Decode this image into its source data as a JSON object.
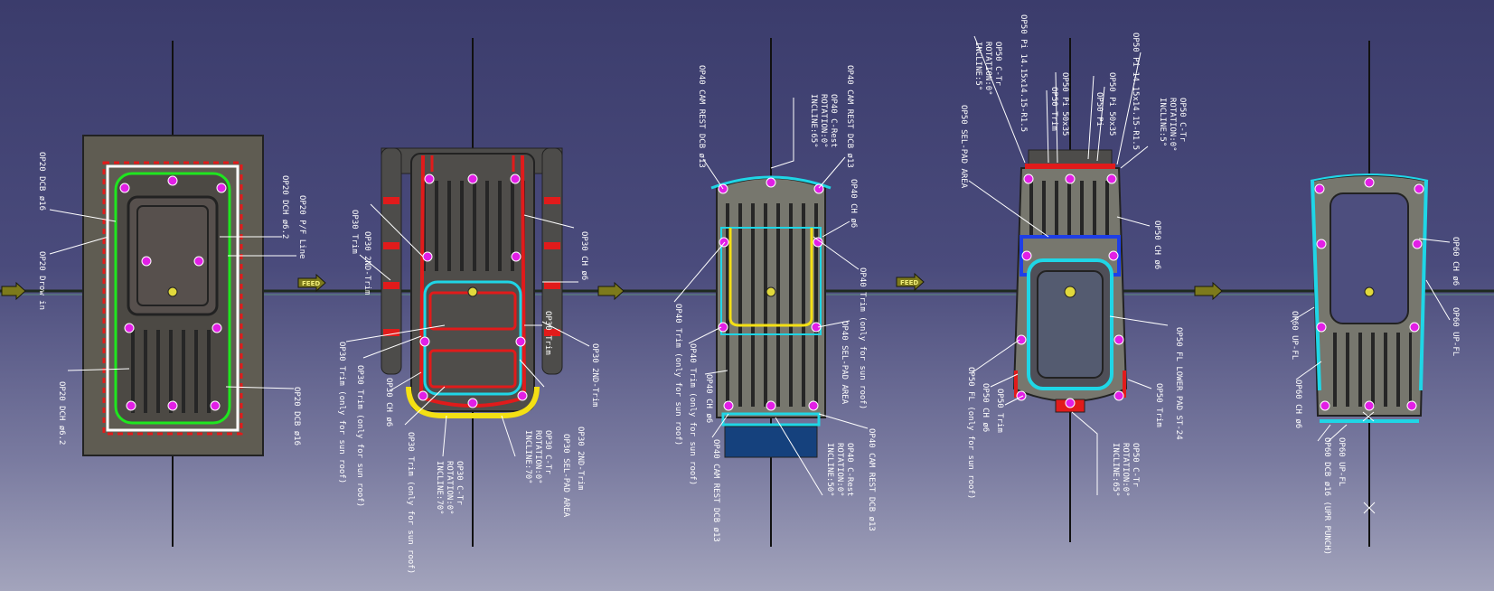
{
  "feed_label": "FEED",
  "colors": {
    "background_top": "#3b3c6c",
    "background_bottom": "#a3a4bc",
    "panel_dark": "#5f5c52",
    "panel_olive": "#77775f",
    "rib": "#2c2c2c",
    "red_trim": "#e11b1b",
    "green_line": "#1fe61f",
    "cyan_line": "#1fd6e6",
    "yellow_line": "#f4e014",
    "blue_line": "#1f3fe6",
    "magenta_pin": "#e21fe6",
    "navy_block": "#15417d"
  },
  "stations": [
    {
      "name": "OP20",
      "labels": [
        {
          "id": "op20-dcb-16-top",
          "text": "OP20 DCB ø16"
        },
        {
          "id": "op20-drawin",
          "text": "OP20 Drow in"
        },
        {
          "id": "op20-pf-line",
          "text": "OP20 P/F Line"
        },
        {
          "id": "op20-dch-top",
          "text": "OP20 DCH ø6.2"
        },
        {
          "id": "op20-dch-bottom",
          "text": "OP20 DCH ø6.2"
        },
        {
          "id": "op20-dcb-16-bottom",
          "text": "OP20 DCB ø16"
        }
      ]
    },
    {
      "name": "OP30",
      "labels": [
        {
          "id": "op30-trim-top",
          "text": "OP30 Trim"
        },
        {
          "id": "op30-2nd-trim-top",
          "text": "OP30 2ND-Trim"
        },
        {
          "id": "op30-ch-top",
          "text": "OP30 CH ø6"
        },
        {
          "id": "op30-trim-mid",
          "text": "OP30 Trim"
        },
        {
          "id": "op30-2nd-trim-right",
          "text": "OP30 2ND-Trim"
        },
        {
          "id": "op30-trim-sunroof-1",
          "text": "OP30 Trim (only for sun roof)"
        },
        {
          "id": "op30-trim-sunroof-2",
          "text": "OP30 Trim (only for sun roof)"
        },
        {
          "id": "op30-ch-bottom",
          "text": "OP30 CH ø6"
        },
        {
          "id": "op30-trim-sunroof-3",
          "text": "OP30 Trim (only for sun roof)"
        },
        {
          "id": "op30-ctr-l1",
          "text": "OP30 C-Tr"
        },
        {
          "id": "op30-ctr-l2",
          "text": "ROTATION:0°"
        },
        {
          "id": "op30-ctr-l3",
          "text": "INCLINE:70°"
        },
        {
          "id": "op30-ctr2-l1",
          "text": "OP30 C-Tr"
        },
        {
          "id": "op30-ctr2-l2",
          "text": "ROTATION:0°"
        },
        {
          "id": "op30-ctr2-l3",
          "text": "INCLINE:70°"
        },
        {
          "id": "op30-sel-pad",
          "text": "OP30 SEL-PAD AREA"
        },
        {
          "id": "op30-2nd-trim-bottom",
          "text": "OP30 2ND-Trim"
        }
      ]
    },
    {
      "name": "OP40",
      "labels": [
        {
          "id": "op40-cam-rest-top-left",
          "text": "OP40 CAM REST DCB ø13"
        },
        {
          "id": "op40-cam-rest-top-right",
          "text": "OP40 CAM REST DCB ø13"
        },
        {
          "id": "op40-crest-l1",
          "text": "OP40 C-Rest"
        },
        {
          "id": "op40-crest-l2",
          "text": "ROTATION:0°"
        },
        {
          "id": "op40-crest-l3",
          "text": "INCLINE:65°"
        },
        {
          "id": "op40-ch-top",
          "text": "OP40 CH ø6"
        },
        {
          "id": "op40-trim-sunroof-r",
          "text": "OP40 Trim (only for sun roof)"
        },
        {
          "id": "op40-sel-pad",
          "text": "OP40 SEL-PAD AREA"
        },
        {
          "id": "op40-trim-sunroof-l1",
          "text": "OP40 Trim (only for sun roof)"
        },
        {
          "id": "op40-trim-sunroof-l2",
          "text": "OP40 Trim (only for sun roof)"
        },
        {
          "id": "op40-ch-bottom",
          "text": "OP40 CH ø6"
        },
        {
          "id": "op40-cam-rest-bottom-left",
          "text": "OP40 CAM REST DCB ø13"
        },
        {
          "id": "op40-crest2-l1",
          "text": "OP40 C-Rest"
        },
        {
          "id": "op40-crest2-l2",
          "text": "ROTATION:0°"
        },
        {
          "id": "op40-crest2-l3",
          "text": "INCLINE:50°"
        },
        {
          "id": "op40-cam-rest-bottom-right",
          "text": "OP40 CAM REST DCB ø13"
        }
      ]
    },
    {
      "name": "OP50",
      "labels": [
        {
          "id": "op50-pi-1",
          "text": "OP50 Pi 14.15x14.15-R1.5"
        },
        {
          "id": "op50-ctr-l1",
          "text": "OP50 C-Tr"
        },
        {
          "id": "op50-ctr-l2",
          "text": "ROTATION:0°"
        },
        {
          "id": "op50-ctr-l3",
          "text": "INCLINE:5°"
        },
        {
          "id": "op50-sel-pad",
          "text": "OP50 SEL-PAD AREA"
        },
        {
          "id": "op50-pi-50",
          "text": "OP50 Pi 50x35"
        },
        {
          "id": "op50-trim-top",
          "text": "OP50 Trim"
        },
        {
          "id": "op50-pi-50b",
          "text": "OP50 Pi 50x35"
        },
        {
          "id": "op50-pi",
          "text": "OP50 Pi"
        },
        {
          "id": "op50-pi-2",
          "text": "OP50 Pi 14.15x14.15-R1.5"
        },
        {
          "id": "op50-ctr2-l1",
          "text": "OP50 C-Tr"
        },
        {
          "id": "op50-ctr2-l2",
          "text": "ROTATION:0°"
        },
        {
          "id": "op50-ctr2-l3",
          "text": "INCLINE:5°"
        },
        {
          "id": "op50-ch-top",
          "text": "OP50 CH ø6"
        },
        {
          "id": "op50-fl-lower-pad",
          "text": "OP50 FL LOWER PAD ST-24"
        },
        {
          "id": "op50-trim-bottom",
          "text": "OP50 Trim"
        },
        {
          "id": "op50-fl-sunroof",
          "text": "OP50 FL (only for sun roof)"
        },
        {
          "id": "op50-ch-bottom",
          "text": "OP50 CH ø6"
        },
        {
          "id": "op50-trim-left",
          "text": "OP50 Trim"
        },
        {
          "id": "op50-ctr3-l1",
          "text": "OP50 C-Tr"
        },
        {
          "id": "op50-ctr3-l2",
          "text": "ROTATION:0°"
        },
        {
          "id": "op50-ctr3-l3",
          "text": "INCLINE:65°"
        }
      ]
    },
    {
      "name": "OP60",
      "labels": [
        {
          "id": "op60-ch-top",
          "text": "OP60 CH ø6"
        },
        {
          "id": "op60-up-fl-right",
          "text": "OP60 UP-FL"
        },
        {
          "id": "op60-up-fl-left",
          "text": "OP60 UP-FL"
        },
        {
          "id": "op60-ch-left",
          "text": "OP60 CH ø6"
        },
        {
          "id": "op60-up-fl-bottom",
          "text": "OP60 UP-FL"
        },
        {
          "id": "op60-dcb-16",
          "text": "OP60 DCB ø16 (UPR PUNCH)"
        }
      ]
    }
  ]
}
